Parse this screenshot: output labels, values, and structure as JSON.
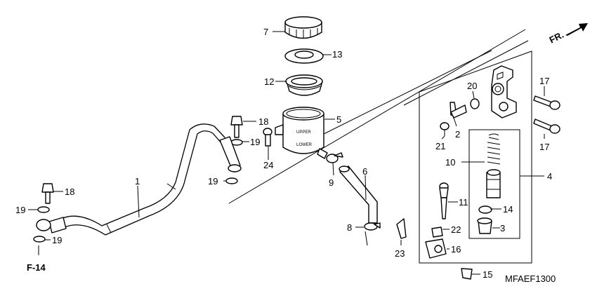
{
  "callouts": {
    "c1": "1",
    "c2": "2",
    "c3": "3",
    "c4": "4",
    "c5": "5",
    "c6": "6",
    "c7": "7",
    "c8": "8",
    "c9": "9",
    "c10": "10",
    "c11": "11",
    "c12": "12",
    "c13": "13",
    "c14": "14",
    "c15": "15",
    "c16": "16",
    "c17a": "17",
    "c17b": "17",
    "c18a": "18",
    "c18b": "18",
    "c19a": "19",
    "c19b": "19",
    "c19c": "19",
    "c19d": "19",
    "c20": "20",
    "c21": "21",
    "c22": "22",
    "c23": "23",
    "c24": "24"
  },
  "reference": "F-14",
  "direction": "FR.",
  "diagram_code": "MFAEF1300",
  "reservoir_marks": {
    "upper": "UPPER",
    "lower": "LOWER"
  }
}
